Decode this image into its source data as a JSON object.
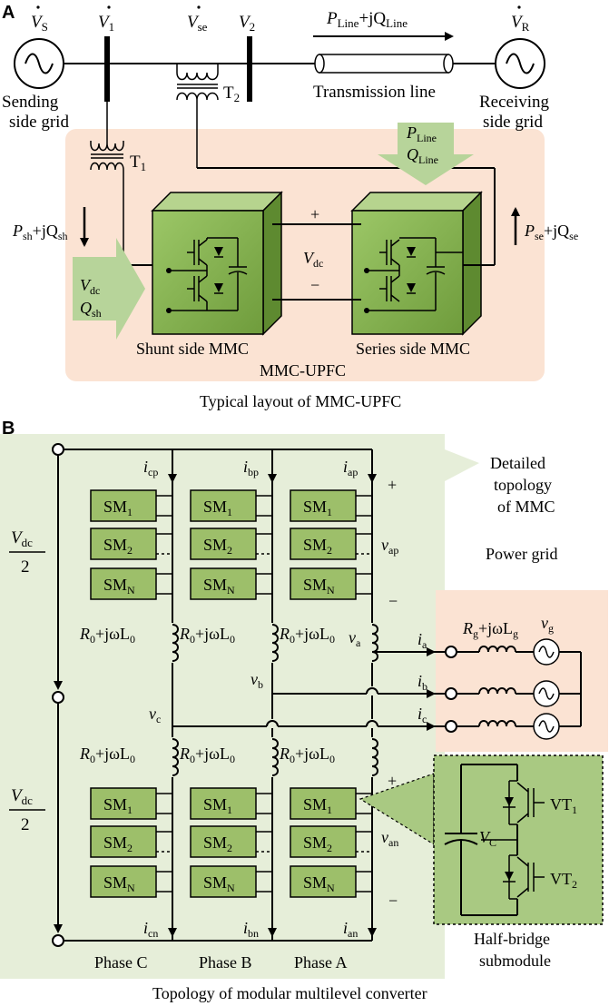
{
  "panel_a": {
    "letter": "A",
    "v_s": "V",
    "v_s_sub": "S",
    "v_1": "V",
    "v_1_sub": "1",
    "v_se": "V",
    "v_se_sub": "se",
    "v_2": "V",
    "v_2_sub": "2",
    "v_r": "V",
    "v_r_sub": "R",
    "p_line_top": "P",
    "p_line_top_sub": "Line",
    "p_line_top_mid": "+jQ",
    "p_line_top_sub2": "Line",
    "t2": "T",
    "t2_sub": "2",
    "t1": "T",
    "t1_sub": "1",
    "sending_1": "Sending",
    "sending_2": "side grid",
    "transmission_line": "Transmission line",
    "receiving_1": "Receiving",
    "receiving_2": "side grid",
    "arrow_p": "P",
    "arrow_p_sub": "Line",
    "arrow_q": "Q",
    "arrow_q_sub": "Line",
    "psh": "P",
    "psh_sub": "sh",
    "psh_mid": "+jQ",
    "psh_sub2": "sh",
    "pse": "P",
    "pse_sub": "se",
    "pse_mid": "+jQ",
    "pse_sub2": "se",
    "vdc_left": "V",
    "vdc_left_sub": "dc",
    "qsh_left": "Q",
    "qsh_left_sub": "sh",
    "vdc_mid": "V",
    "vdc_mid_sub": "dc",
    "plus": "+",
    "minus": "−",
    "shunt_label": "Shunt side MMC",
    "series_label": "Series side MMC",
    "mmc_upfc": "MMC-UPFC",
    "caption": "Typical layout of MMC-UPFC"
  },
  "panel_b": {
    "letter": "B",
    "callout_1": "Detailed",
    "callout_2": "topology",
    "callout_3": "of MMC",
    "power_grid": "Power grid",
    "vdc_frac_num": "V",
    "vdc_frac_sub": "dc",
    "vdc_frac_den": "2",
    "i_cp": "i",
    "i_cp_sub": "cp",
    "i_bp": "i",
    "i_bp_sub": "bp",
    "i_ap": "i",
    "i_ap_sub": "ap",
    "i_cn": "i",
    "i_cn_sub": "cn",
    "i_bn": "i",
    "i_bn_sub": "bn",
    "i_an": "i",
    "i_an_sub": "an",
    "sm": "SM",
    "sm1_sub": "1",
    "sm2_sub": "2",
    "smn_sub": "N",
    "v_ap": "v",
    "v_ap_sub": "ap",
    "v_an": "v",
    "v_an_sub": "an",
    "plus": "+",
    "minus": "−",
    "r0": "R",
    "r0_sub": "0",
    "r0_mid": "+jωL",
    "r0_sub2": "0",
    "rg": "R",
    "rg_sub": "g",
    "rg_mid": "+jωL",
    "rg_sub2": "g",
    "vg": "v",
    "vg_sub": "g",
    "va": "v",
    "va_sub": "a",
    "vb": "v",
    "vb_sub": "b",
    "vc": "v",
    "vc_sub": "c",
    "ia": "i",
    "ia_sub": "a",
    "ib": "i",
    "ib_sub": "b",
    "ic": "i",
    "ic_sub": "c",
    "vc_cap": "V",
    "vc_cap_sub": "C",
    "vt1": "VT",
    "vt1_sub": "1",
    "vt2": "VT",
    "vt2_sub": "2",
    "half_bridge_1": "Half-bridge",
    "half_bridge_2": "submodule",
    "phase_c": "Phase C",
    "phase_b": "Phase B",
    "phase_a": "Phase A",
    "caption": "Topology of modular multilevel converter"
  },
  "colors": {
    "upfc_bg": "#fbe3d3",
    "mmc_bg": "#e6eed9",
    "module_green": "#8fb75a",
    "arrow_green": "#b7d49a",
    "hb_bg": "#a9c982"
  }
}
